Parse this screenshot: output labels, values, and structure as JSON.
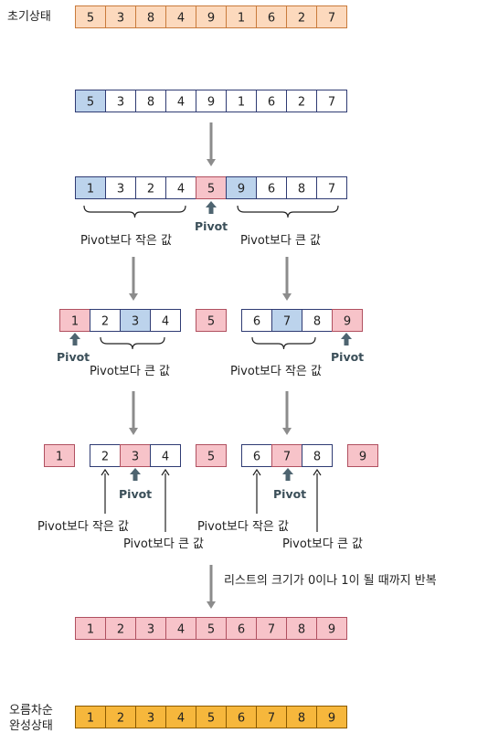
{
  "colors": {
    "initial_fill": "#fcd9bd",
    "initial_stroke": "#c97b3c",
    "white_fill": "#ffffff",
    "cell_stroke": "#2f3b73",
    "pivot_fill": "#f7c3c9",
    "pivot_stroke": "#b05060",
    "blue_fill": "#bcd3ec",
    "sorted_fill": "#f7c3c9",
    "final_fill": "#f6b73c",
    "final_stroke": "#8a5a00",
    "arrow_gray": "#8c8c8c",
    "pivot_arrow": "#4e6470"
  },
  "labels": {
    "initial_state": "초기상태",
    "sorted_state_line1": "오름차순",
    "sorted_state_line2": "완성상태",
    "pivot": "Pivot",
    "less_than_pivot": "Pivot보다 작은 값",
    "greater_than_pivot": "Pivot보다 큰 값",
    "repeat_note": "리스트의 크기가 0이나 1이 될 때까지 반복"
  },
  "rows": {
    "initial": [
      {
        "v": "5",
        "s": "initial"
      },
      {
        "v": "3",
        "s": "initial"
      },
      {
        "v": "8",
        "s": "initial"
      },
      {
        "v": "4",
        "s": "initial"
      },
      {
        "v": "9",
        "s": "initial"
      },
      {
        "v": "1",
        "s": "initial"
      },
      {
        "v": "6",
        "s": "initial"
      },
      {
        "v": "2",
        "s": "initial"
      },
      {
        "v": "7",
        "s": "initial"
      }
    ],
    "step1": [
      {
        "v": "5",
        "s": "blue"
      },
      {
        "v": "3",
        "s": "white"
      },
      {
        "v": "8",
        "s": "white"
      },
      {
        "v": "4",
        "s": "white"
      },
      {
        "v": "9",
        "s": "white"
      },
      {
        "v": "1",
        "s": "white"
      },
      {
        "v": "6",
        "s": "white"
      },
      {
        "v": "2",
        "s": "white"
      },
      {
        "v": "7",
        "s": "white"
      }
    ],
    "step2": [
      {
        "v": "1",
        "s": "blue"
      },
      {
        "v": "3",
        "s": "white"
      },
      {
        "v": "2",
        "s": "white"
      },
      {
        "v": "4",
        "s": "white"
      },
      {
        "v": "5",
        "s": "pivot"
      },
      {
        "v": "9",
        "s": "blue"
      },
      {
        "v": "6",
        "s": "white"
      },
      {
        "v": "8",
        "s": "white"
      },
      {
        "v": "7",
        "s": "white"
      }
    ],
    "step3_left": [
      {
        "v": "1",
        "s": "pivot"
      },
      {
        "v": "2",
        "s": "white"
      },
      {
        "v": "3",
        "s": "blue"
      },
      {
        "v": "4",
        "s": "white"
      }
    ],
    "step3_mid": [
      {
        "v": "5",
        "s": "pivot"
      }
    ],
    "step3_right": [
      {
        "v": "6",
        "s": "white"
      },
      {
        "v": "7",
        "s": "blue"
      },
      {
        "v": "8",
        "s": "white"
      },
      {
        "v": "9",
        "s": "pivot"
      }
    ],
    "step4_a": [
      {
        "v": "1",
        "s": "pivot"
      }
    ],
    "step4_b": [
      {
        "v": "2",
        "s": "white"
      },
      {
        "v": "3",
        "s": "pivot"
      },
      {
        "v": "4",
        "s": "white"
      }
    ],
    "step4_c": [
      {
        "v": "5",
        "s": "pivot"
      }
    ],
    "step4_d": [
      {
        "v": "6",
        "s": "white"
      },
      {
        "v": "7",
        "s": "pivot"
      },
      {
        "v": "8",
        "s": "white"
      }
    ],
    "step4_e": [
      {
        "v": "9",
        "s": "pivot"
      }
    ],
    "sorted": [
      {
        "v": "1",
        "s": "pivot"
      },
      {
        "v": "2",
        "s": "pivot"
      },
      {
        "v": "3",
        "s": "pivot"
      },
      {
        "v": "4",
        "s": "pivot"
      },
      {
        "v": "5",
        "s": "pivot"
      },
      {
        "v": "6",
        "s": "pivot"
      },
      {
        "v": "7",
        "s": "pivot"
      },
      {
        "v": "8",
        "s": "pivot"
      },
      {
        "v": "9",
        "s": "pivot"
      }
    ],
    "final": [
      {
        "v": "1",
        "s": "final"
      },
      {
        "v": "2",
        "s": "final"
      },
      {
        "v": "3",
        "s": "final"
      },
      {
        "v": "4",
        "s": "final"
      },
      {
        "v": "5",
        "s": "final"
      },
      {
        "v": "6",
        "s": "final"
      },
      {
        "v": "7",
        "s": "final"
      },
      {
        "v": "8",
        "s": "final"
      },
      {
        "v": "9",
        "s": "final"
      }
    ]
  }
}
